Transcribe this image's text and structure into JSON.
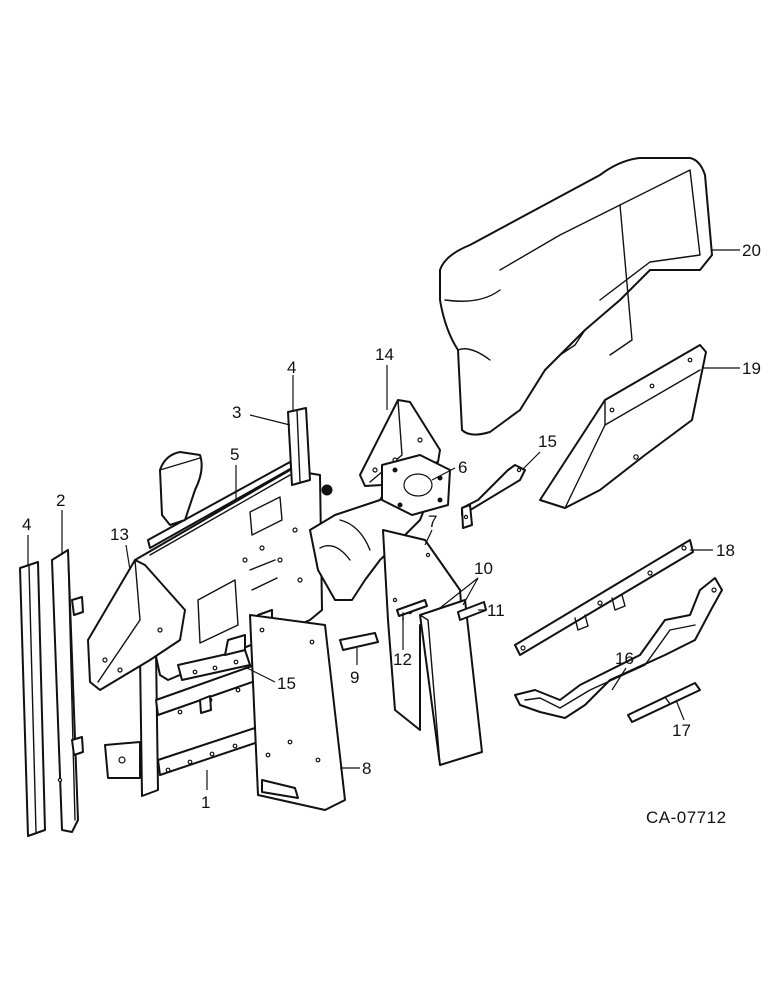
{
  "figure": {
    "reference_code": "CA-07712"
  },
  "callouts": {
    "c1": "1",
    "c2": "2",
    "c3": "3",
    "c4a": "4",
    "c4b": "4",
    "c5": "5",
    "c6": "6",
    "c7": "7",
    "c8": "8",
    "c9": "9",
    "c10": "10",
    "c11": "11",
    "c12": "12",
    "c13": "13",
    "c14": "14",
    "c15a": "15",
    "c15b": "15",
    "c16": "16",
    "c17": "17",
    "c18": "18",
    "c19": "19",
    "c20": "20"
  }
}
